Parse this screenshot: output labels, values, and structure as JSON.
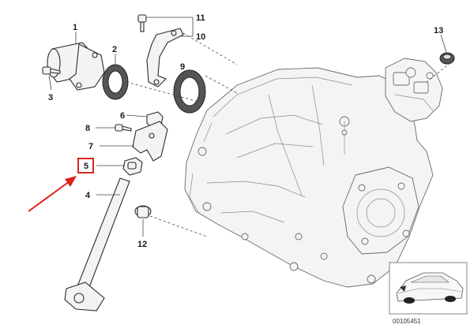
{
  "callouts": {
    "p1": "1",
    "p2": "2",
    "p3": "3",
    "p4": "4",
    "p5": "5",
    "p6": "6",
    "p7": "7",
    "p8": "8",
    "p9": "9",
    "p10": "10",
    "p11": "11",
    "p12": "12",
    "p13": "13"
  },
  "highlight": {
    "part": "5",
    "box_color": "#d6281f",
    "arrow_color": "#e0201a"
  },
  "inset": {
    "reference": "00105451"
  }
}
